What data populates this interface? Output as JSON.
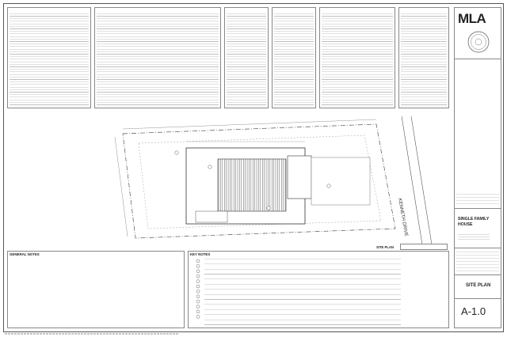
{
  "firm": {
    "logo_text": "MLA"
  },
  "project": {
    "name_line1": "SINGLE FAMILY",
    "name_line2": "HOUSE"
  },
  "sheet": {
    "title": "SITE PLAN",
    "number": "A-1.0"
  },
  "plan": {
    "caption": "SITE PLAN",
    "street_label": "KENNETH DRIVE"
  },
  "notes": {
    "general_title": "GENERAL NOTES",
    "key_title": "KEY NOTES"
  },
  "colors": {
    "ink": "#333333",
    "hatch": "#444444",
    "frame": "#555555"
  }
}
